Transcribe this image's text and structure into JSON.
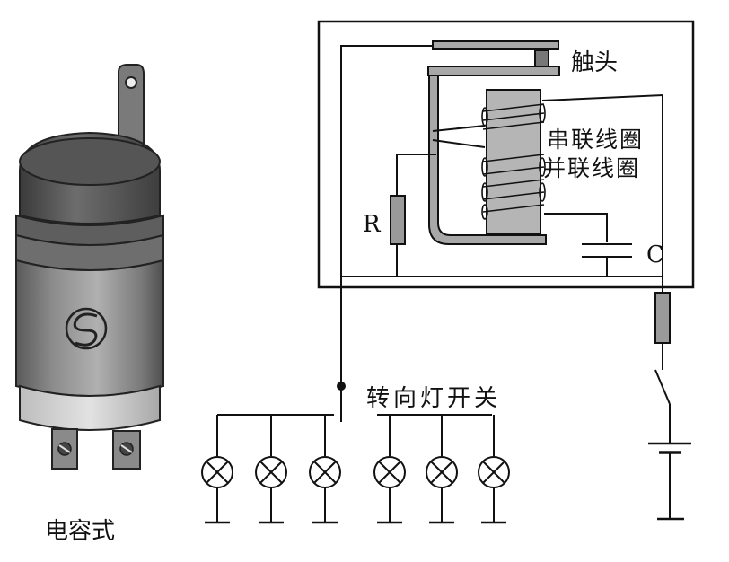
{
  "labels": {
    "contact": "触头",
    "series_coil": "串联线圈",
    "parallel_coil": "并联线圈",
    "resistor": "R",
    "capacitor": "C",
    "turn_switch": "转向灯开关",
    "type_caption": "电容式"
  },
  "lamps": {
    "left_group_count": 3,
    "right_group_count": 3
  },
  "colors": {
    "line": "#111111",
    "coil_fill": "#b5b5b5",
    "component_fill": "#9a9a9a"
  }
}
